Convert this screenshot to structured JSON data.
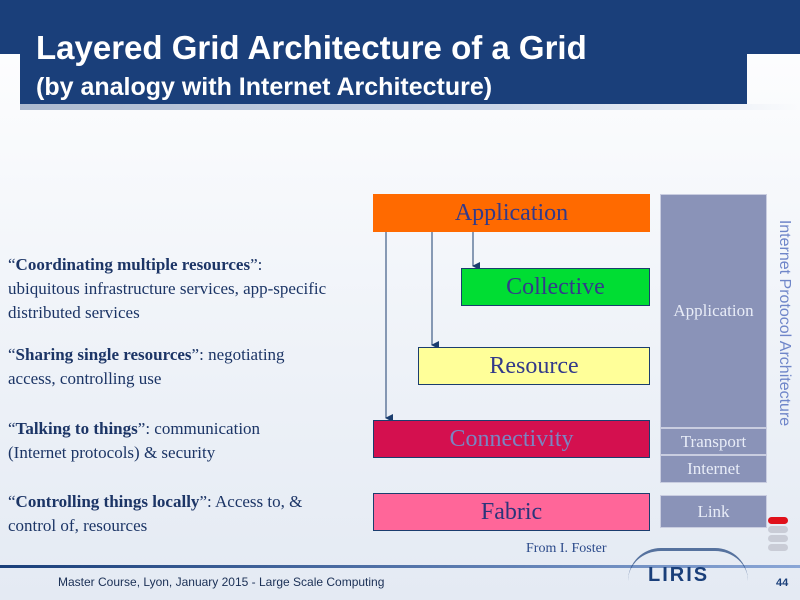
{
  "title": "Layered Grid Architecture of a Grid",
  "subtitle": "(by analogy with Internet Architecture)",
  "descriptions": [
    {
      "quote_open": "“",
      "bold": "Coordinating multiple resources",
      "quote_close": "”",
      "rest_line1": ":",
      "line2": "ubiquitous infrastructure services, app-specific",
      "line3": "distributed services"
    },
    {
      "quote_open": "“",
      "bold": "Sharing single resources",
      "quote_close": "”",
      "rest_line1": ": negotiating",
      "line2": "access, controlling use"
    },
    {
      "quote_open": "“",
      "bold": "Talking to things",
      "quote_close": "”",
      "rest_line1": ": communication",
      "line2": "(Internet protocols) & security"
    },
    {
      "quote_open": "“",
      "bold": "Controlling things locally",
      "quote_close": "”",
      "rest_line1": ": Access to, &",
      "line2": "control of, resources"
    }
  ],
  "grid_layers": {
    "application": "Application",
    "collective": "Collective",
    "resource": "Resource",
    "connectivity": "Connectivity",
    "fabric": "Fabric"
  },
  "internet_layers": {
    "application": "Application",
    "transport": "Transport",
    "internet": "Internet",
    "link": "Link"
  },
  "vertical_label": "Internet Protocol Architecture",
  "credit": "From I. Foster",
  "footer": {
    "text": "Master Course, Lyon, January 2015 - Large Scale Computing",
    "page": "44",
    "logo": "LIRIS"
  },
  "colors": {
    "title_bar": "#1a3f7a",
    "application": "#ff6a00",
    "collective": "#00dd33",
    "resource": "#ffff99",
    "connectivity": "#d4104f",
    "fabric": "#ff6699",
    "internet_stack": "#8a93b8"
  }
}
